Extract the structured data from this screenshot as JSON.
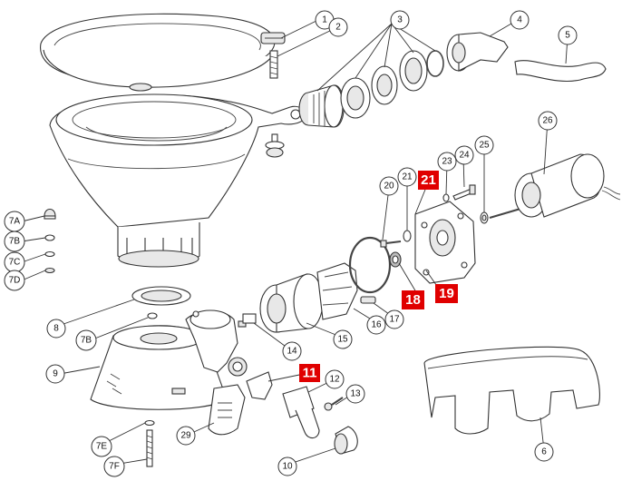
{
  "colors": {
    "line": "#333333",
    "highlight": "#e00000",
    "highlight_text": "#ffffff",
    "part_fill": "#ffffff",
    "shade": "#e8e8e8"
  },
  "callouts": [
    "1",
    "2",
    "3",
    "4",
    "5",
    "6",
    "7A",
    "7B",
    "7C",
    "7D",
    "7B",
    "8",
    "9",
    "10",
    "12",
    "13",
    "14",
    "15",
    "16",
    "17",
    "20",
    "21",
    "23",
    "24",
    "25",
    "26",
    "29",
    "7E",
    "7F"
  ],
  "highlighted_callouts": [
    "21",
    "18",
    "19",
    "11"
  ]
}
